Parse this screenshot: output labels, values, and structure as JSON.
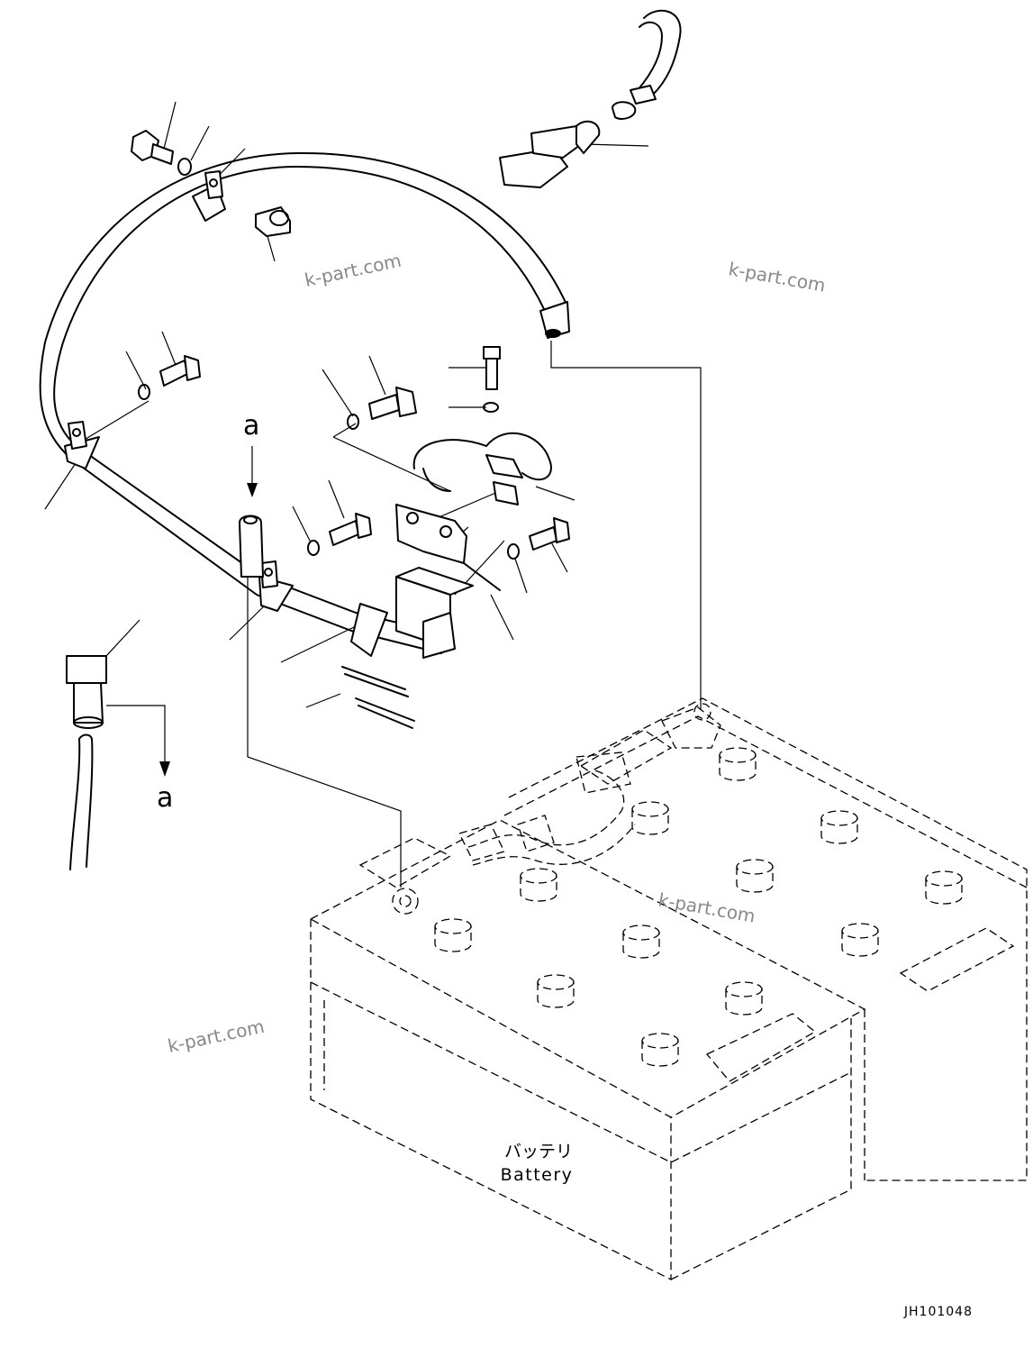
{
  "callouts": {
    "detail_letter_top": "a",
    "detail_letter_bottom": "a"
  },
  "battery_label": {
    "japanese": "バッテリ",
    "english": "Battery"
  },
  "figure_code": "JH101048",
  "watermarks": [
    "k-part.com",
    "k-part.com",
    "k-part.com",
    "k-part.com"
  ]
}
